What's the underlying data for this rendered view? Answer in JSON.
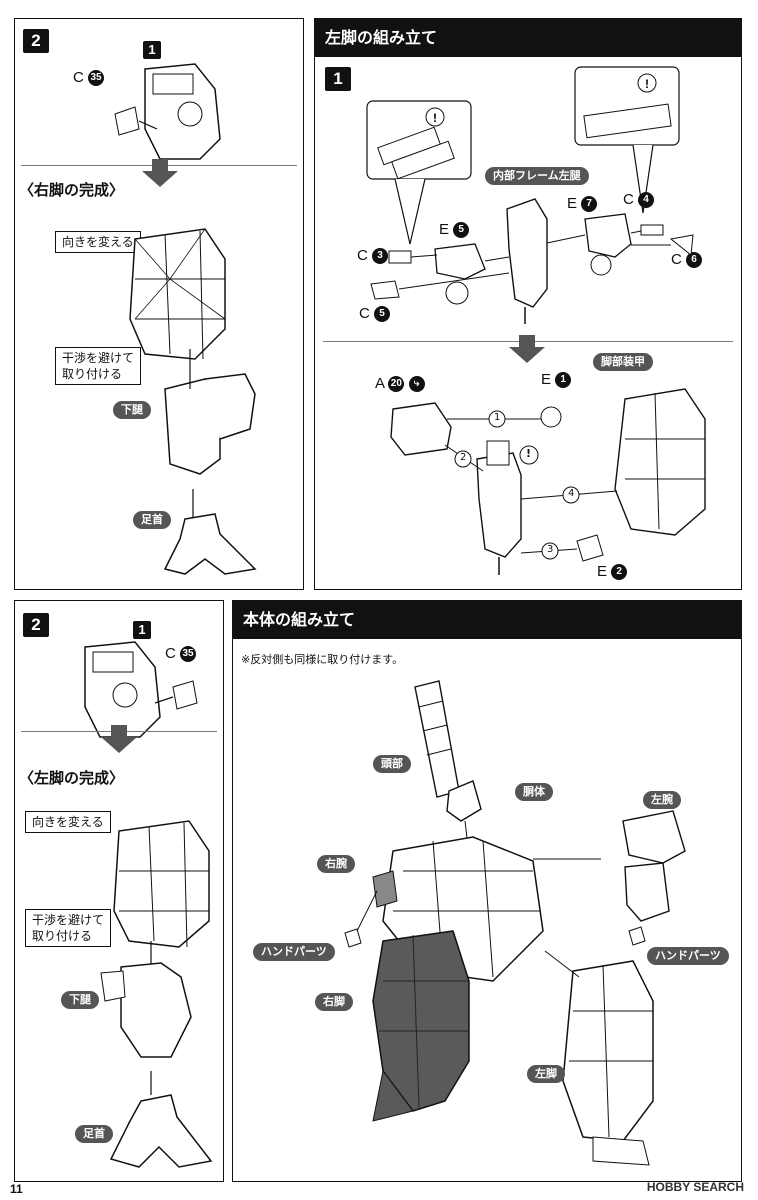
{
  "top_left": {
    "step": "2",
    "ref_badge": "1",
    "part_letter": "C",
    "part_num": "35",
    "heading": "〈右脚の完成〉",
    "label_turn": "向きを変える",
    "label_avoid_line1": "干渉を避けて",
    "label_avoid_line2": "取り付ける",
    "pill_lower_leg": "下腿",
    "pill_ankle": "足首"
  },
  "top_right": {
    "title": "左脚の組み立て",
    "step": "1",
    "pill_inner_frame": "内部フレーム左腿",
    "pill_foot_armor": "脚部装甲",
    "parts": [
      {
        "letter": "C",
        "num": "3"
      },
      {
        "letter": "E",
        "num": "5"
      },
      {
        "letter": "C",
        "num": "5"
      },
      {
        "letter": "E",
        "num": "7"
      },
      {
        "letter": "C",
        "num": "4"
      },
      {
        "letter": "C",
        "num": "6"
      },
      {
        "letter": "A",
        "num": "20"
      },
      {
        "letter": "E",
        "num": "1"
      },
      {
        "letter": "E",
        "num": "2"
      }
    ],
    "seq": [
      "1",
      "2",
      "3",
      "4"
    ],
    "caution": "!"
  },
  "bottom_left": {
    "step": "2",
    "ref_badge": "1",
    "part_letter": "C",
    "part_num": "35",
    "heading": "〈左脚の完成〉",
    "label_turn": "向きを変える",
    "label_avoid_line1": "干渉を避けて",
    "label_avoid_line2": "取り付ける",
    "pill_lower_leg": "下腿",
    "pill_ankle": "足首"
  },
  "bottom_right": {
    "title": "本体の組み立て",
    "note": "※反対側も同様に取り付けます。",
    "pill_head": "頭部",
    "pill_torso": "胴体",
    "pill_left_arm": "左腕",
    "pill_right_arm": "右腕",
    "pill_hand_right": "ハンドパーツ",
    "pill_hand_left": "ハンドパーツ",
    "pill_right_leg": "右脚",
    "pill_left_leg": "左脚"
  },
  "footer": {
    "page": "11",
    "watermark": "HOBBY SEARCH"
  }
}
